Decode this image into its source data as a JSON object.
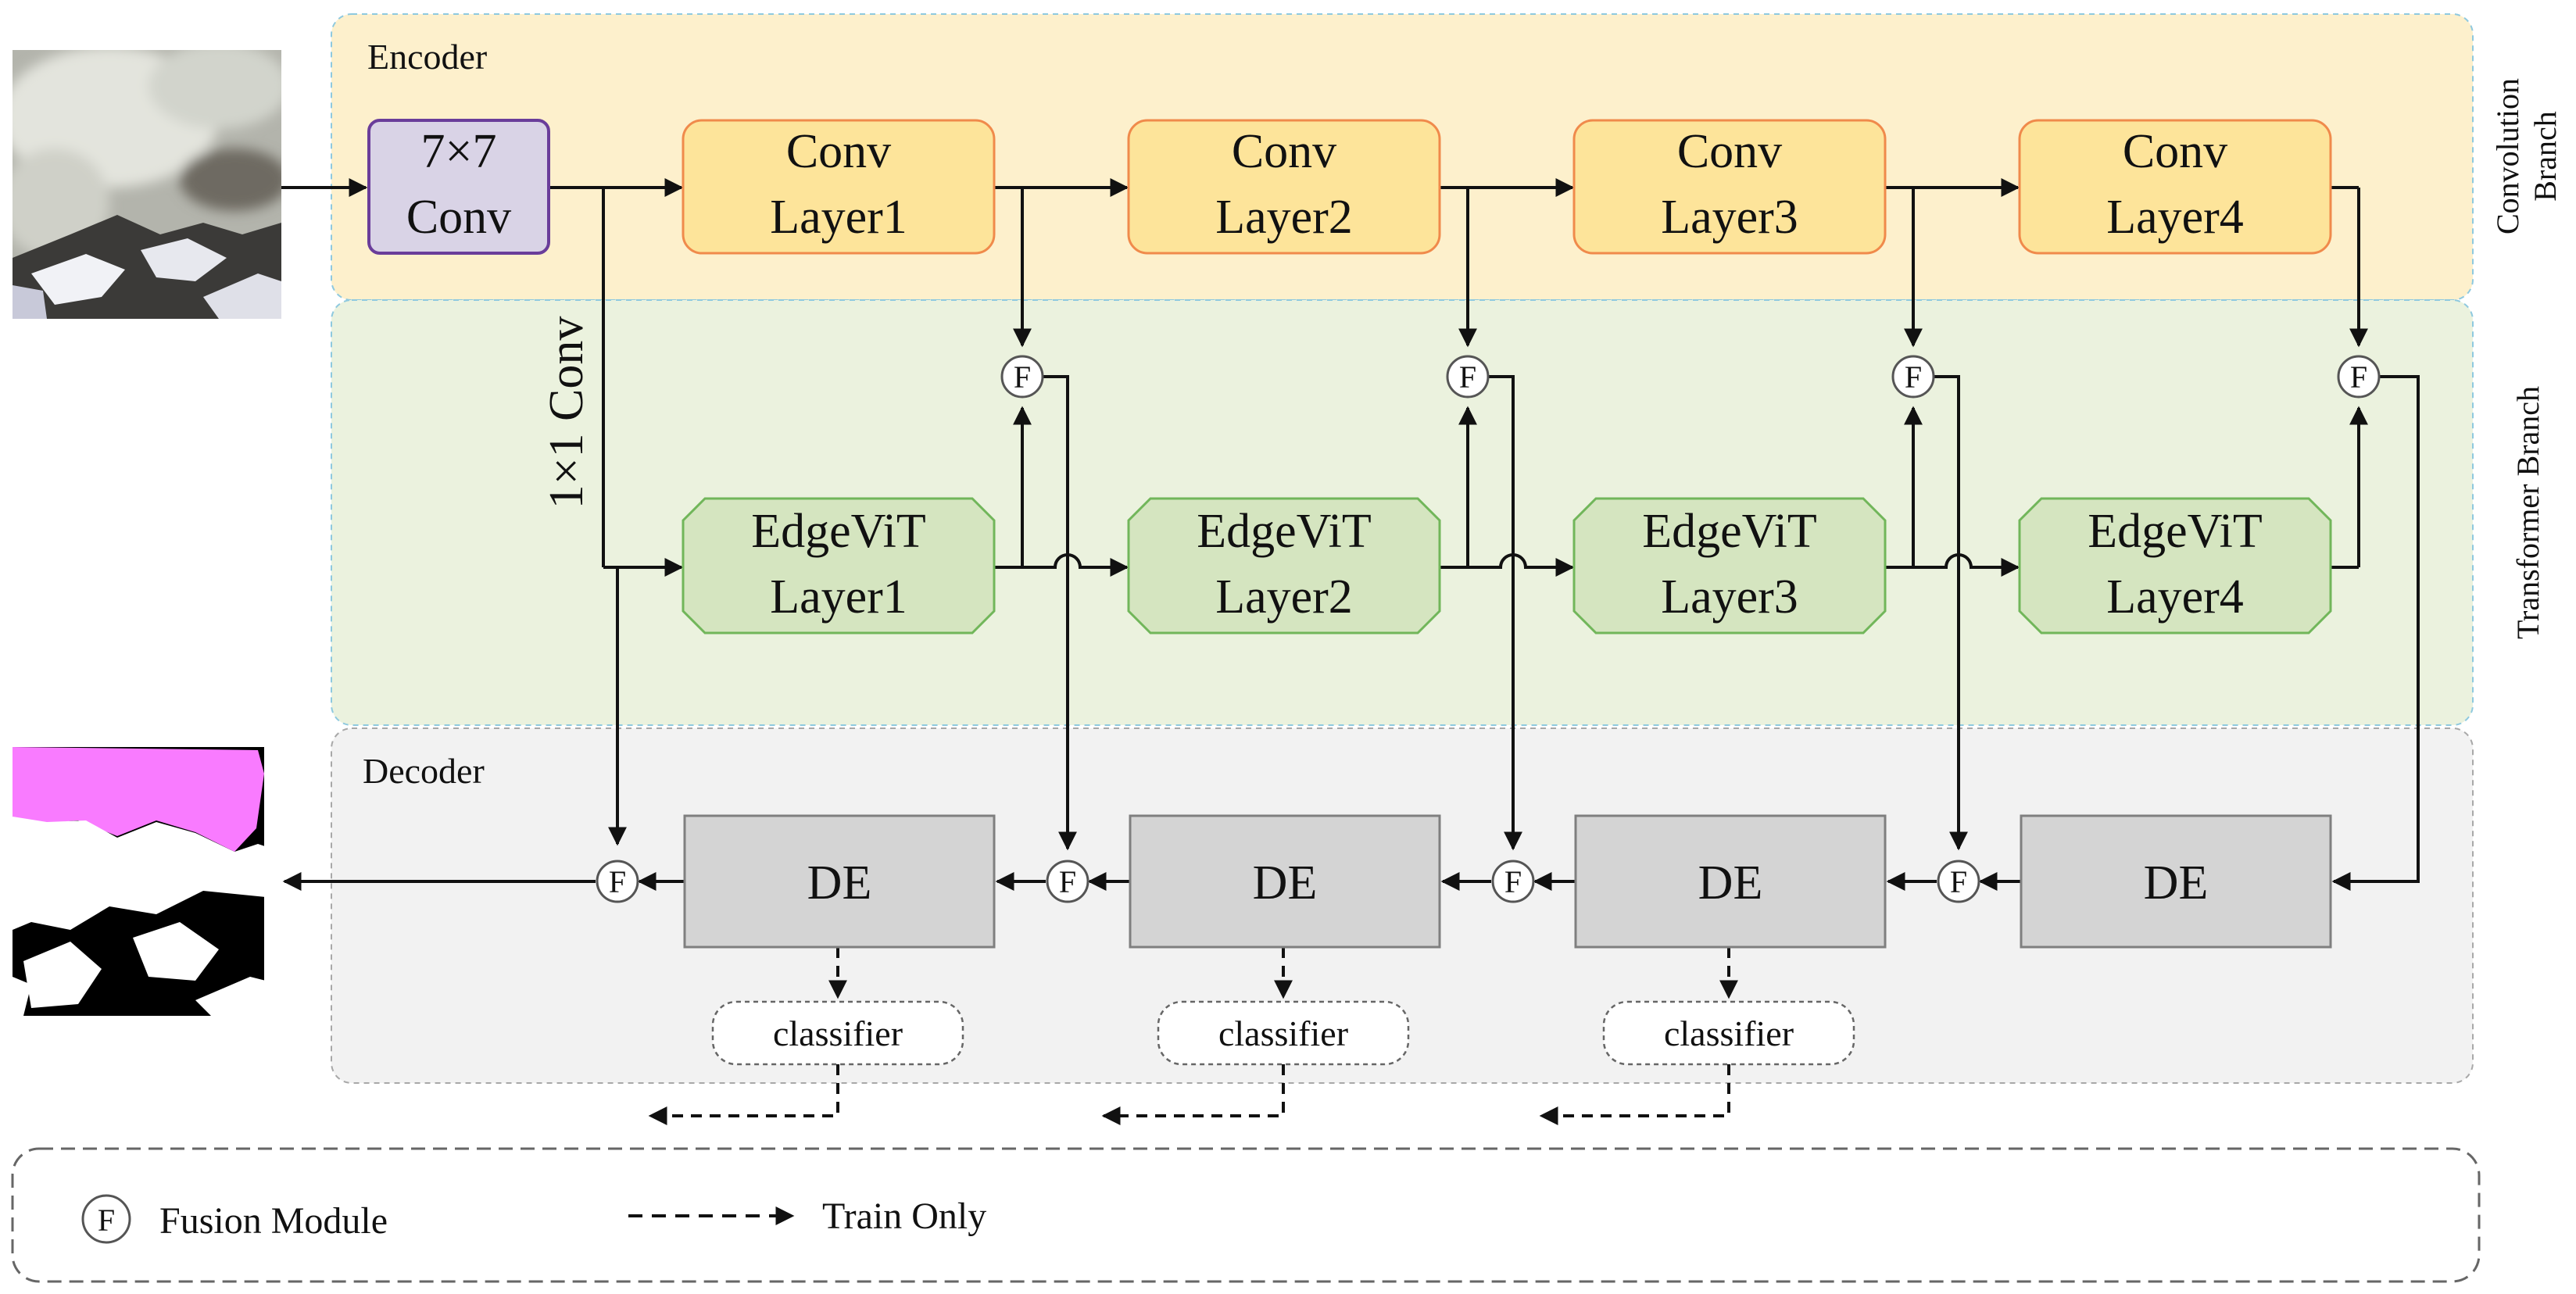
{
  "regions": {
    "encoder": "Encoder",
    "decoder": "Decoder"
  },
  "side_labels": {
    "convolution_line1": "Convolution",
    "convolution_line2": "Branch",
    "transformer": "Transformer Branch"
  },
  "stem": {
    "line1": "7×7",
    "line2": "Conv"
  },
  "skip_label": "1×1 Conv",
  "conv_layers": [
    {
      "line1": "Conv",
      "line2": "Layer1"
    },
    {
      "line1": "Conv",
      "line2": "Layer2"
    },
    {
      "line1": "Conv",
      "line2": "Layer3"
    },
    {
      "line1": "Conv",
      "line2": "Layer4"
    }
  ],
  "vit_layers": [
    {
      "line1": "EdgeViT",
      "line2": "Layer1"
    },
    {
      "line1": "EdgeViT",
      "line2": "Layer2"
    },
    {
      "line1": "EdgeViT",
      "line2": "Layer3"
    },
    {
      "line1": "EdgeViT",
      "line2": "Layer4"
    }
  ],
  "decoder_blocks": [
    "DE",
    "DE",
    "DE",
    "DE"
  ],
  "fusion_symbol": "F",
  "classifiers": [
    "classifier",
    "classifier",
    "classifier"
  ],
  "legend": {
    "fusion_symbol": "F",
    "fusion_label": "Fusion Module",
    "train_label": "Train Only"
  },
  "colors": {
    "encoder_bg": "#fdf0cc",
    "transformer_bg": "#ebf2de",
    "decoder_bg": "#f2f2f2",
    "conv_fill": "#fde49a",
    "conv_stroke": "#f08a4b",
    "stem_fill": "#d9d3e6",
    "stem_stroke": "#6a3d9a",
    "vit_fill": "#d5e5c0",
    "vit_stroke": "#71b65a",
    "de_fill": "#d4d4d4",
    "de_stroke": "#7f7f7f",
    "mask_magenta": "#f97bff"
  },
  "icons": {
    "input_image": "snow-satellite-image-icon",
    "output_mask": "segmentation-mask-icon"
  }
}
